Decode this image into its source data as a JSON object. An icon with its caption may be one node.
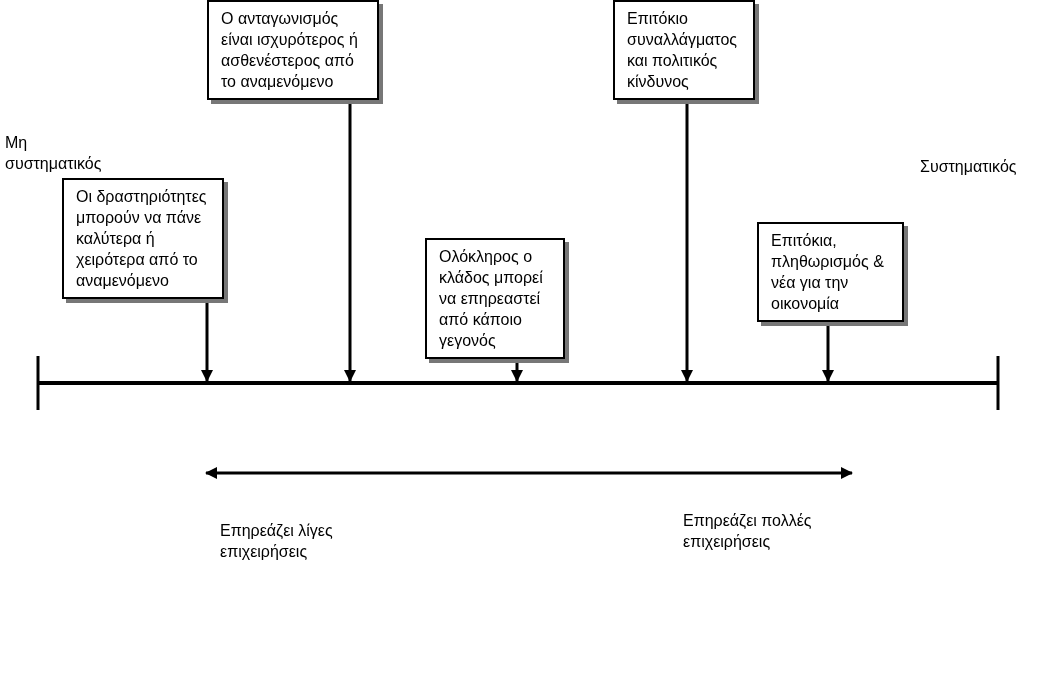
{
  "diagram": {
    "nodes": [
      {
        "text": [
          "Οι δραστηριότητες μπορούν να πάνε καλύτερα ή χειρότερα από το αναμενόμενο"
        ]
      },
      {
        "text": [
          "Ο ανταγωνισμός είναι ισχυρότερος ή ασθενέστερος από το αναμενόμενο"
        ]
      },
      {
        "text": [
          "Ολόκληρος ο κλάδος μπορεί να επηρεαστεί από κάποιο γεγονός"
        ]
      },
      {
        "text": [
          "Επιτόκιο συναλλάγματος και πολιτικός κίνδυνος"
        ]
      },
      {
        "text": [
          "Επιτόκια, πληθωρισμός & νέα για την οικονομία"
        ]
      },
      {
        "text": [],
        "shape": "bar"
      }
    ],
    "edges": [
      {
        "from": 0,
        "to": 5,
        "arrow": "to"
      },
      {
        "from": 1,
        "to": 5,
        "arrow": "to"
      },
      {
        "from": 2,
        "to": 5,
        "arrow": "to"
      },
      {
        "from": 3,
        "to": 5,
        "arrow": "to"
      },
      {
        "from": 4,
        "to": 5,
        "arrow": "to"
      }
    ],
    "labels": [
      "Μη συστηματικός",
      "Συστηματικός",
      "Επηρεάζει λίγες επιχειρήσεις",
      "Επηρεάζει πολλές επιχειρήσεις"
    ]
  }
}
